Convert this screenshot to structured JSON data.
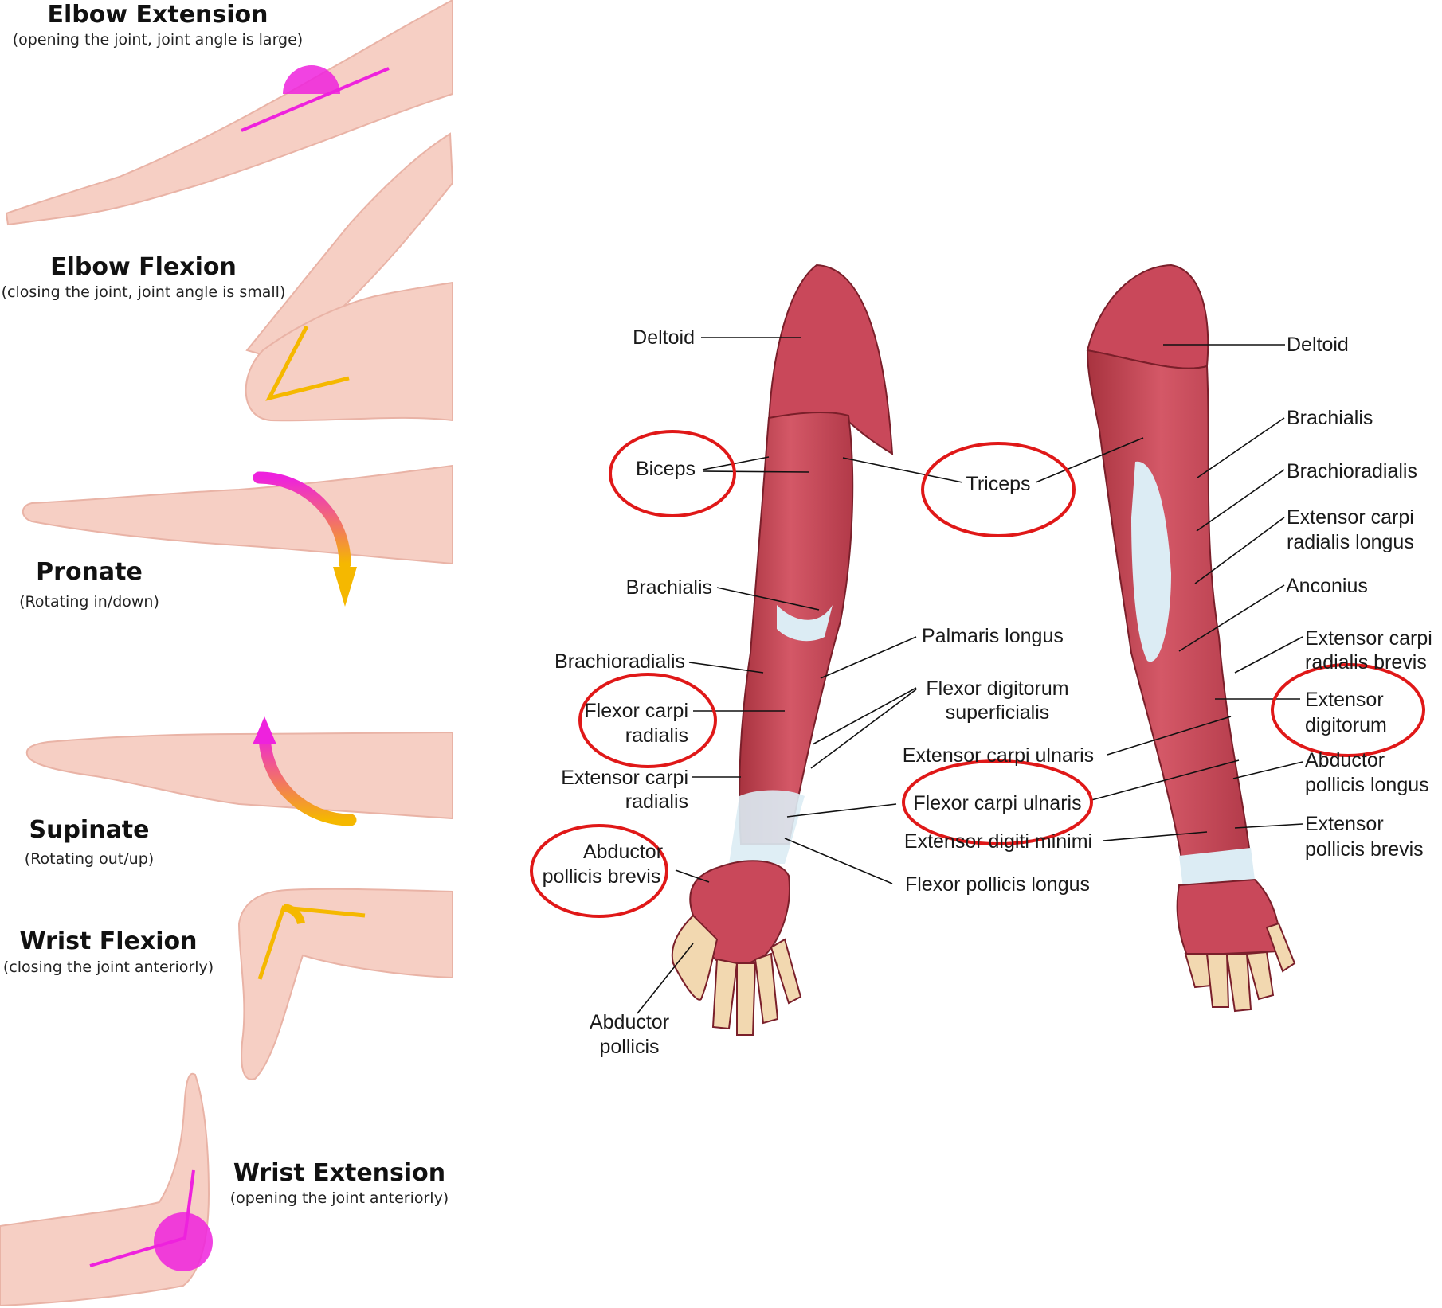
{
  "movements": [
    {
      "title": "Elbow Extension",
      "subtitle": "(opening the joint, joint angle is large)"
    },
    {
      "title": "Elbow Flexion",
      "subtitle": "(closing the joint, joint angle is small)"
    },
    {
      "title": "Pronate",
      "subtitle": "(Rotating in/down)"
    },
    {
      "title": "Supinate",
      "subtitle": "(Rotating out/up)"
    },
    {
      "title": "Wrist Flexion",
      "subtitle": "(closing the joint anteriorly)"
    },
    {
      "title": "Wrist Extension",
      "subtitle": "(opening the joint anteriorly)"
    }
  ],
  "anterior_labels": {
    "deltoid": "Deltoid",
    "biceps": "Biceps",
    "brachialis": "Brachialis",
    "brachioradialis": "Brachioradialis",
    "flexor_carpi_radialis": [
      "Flexor carpi",
      "radialis"
    ],
    "extensor_carpi_radialis": [
      "Extensor carpi",
      "radialis"
    ],
    "abductor_pollicis_brevis": [
      "Abductor",
      "pollicis brevis"
    ],
    "abductor_pollicis": [
      "Abductor",
      "pollicis"
    ],
    "palmaris_longus": "Palmaris longus",
    "flexor_digitorum_superficialis": [
      "Flexor digitorum",
      "superficialis"
    ],
    "extensor_carpi_ulnaris": "Extensor carpi ulnaris",
    "flexor_carpi_ulnaris": "Flexor carpi ulnaris",
    "extensor_digiti_minimi": "Extensor digiti minimi",
    "flexor_pollicis_longus": "Flexor pollicis longus"
  },
  "posterior_labels": {
    "triceps": "Triceps",
    "deltoid": "Deltoid",
    "brachialis": "Brachialis",
    "brachioradialis": "Brachioradialis",
    "extensor_carpi_radialis_longus": [
      "Extensor carpi",
      "radialis longus"
    ],
    "anconius": "Anconius",
    "extensor_carpi_radialis_brevis": [
      "Extensor carpi",
      "radialis brevis"
    ],
    "extensor_digitorum": [
      "Extensor",
      "digitorum"
    ],
    "abductor_pollicis_longus": [
      "Abductor",
      "pollicis longus"
    ],
    "extensor_pollicis_brevis": [
      "Extensor",
      "pollicis brevis"
    ]
  },
  "colors": {
    "skin": "#f6cfc4",
    "skin_shadow": "#e9b3a6",
    "muscle": "#c9485a",
    "muscle_dark": "#a8333f",
    "tendon": "#dcecf4",
    "angle_magenta": "#ee22dd",
    "angle_yellow": "#f5b800",
    "highlight_ring": "#e01818"
  }
}
